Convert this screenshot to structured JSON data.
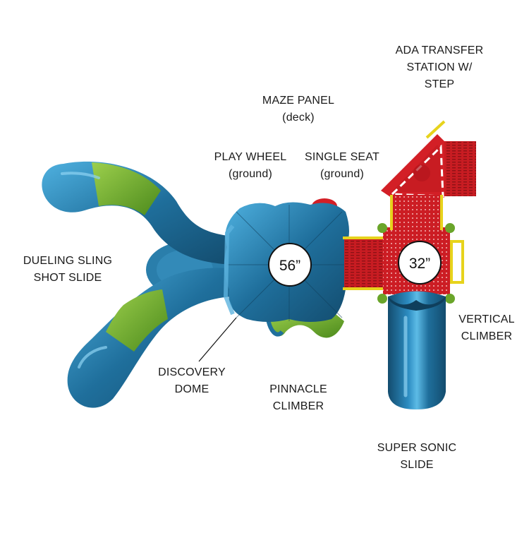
{
  "labels": {
    "ada_transfer": [
      "ADA TRANSFER",
      "STATION W/",
      "STEP"
    ],
    "maze_panel": [
      "MAZE PANEL",
      "(deck)"
    ],
    "play_wheel": [
      "PLAY WHEEL",
      "(ground)"
    ],
    "single_seat": [
      "SINGLE SEAT",
      "(ground)"
    ],
    "dueling_slide": [
      "DUELING SLING",
      "SHOT SLIDE"
    ],
    "vertical_climber": [
      "VERTICAL",
      "CLIMBER"
    ],
    "discovery_dome": [
      "DISCOVERY",
      "DOME"
    ],
    "pinnacle_climber": [
      "PINNACLE",
      "CLIMBER"
    ],
    "super_sonic_slide": [
      "SUPER SONIC",
      "SLIDE"
    ]
  },
  "deck_heights": {
    "large_deck": "56”",
    "small_deck": "32”"
  },
  "colors": {
    "blue": "#1f6f9c",
    "blue_dark": "#15577d",
    "green": "#6aa52a",
    "red": "#d31f26",
    "yellow": "#e7d31c"
  }
}
